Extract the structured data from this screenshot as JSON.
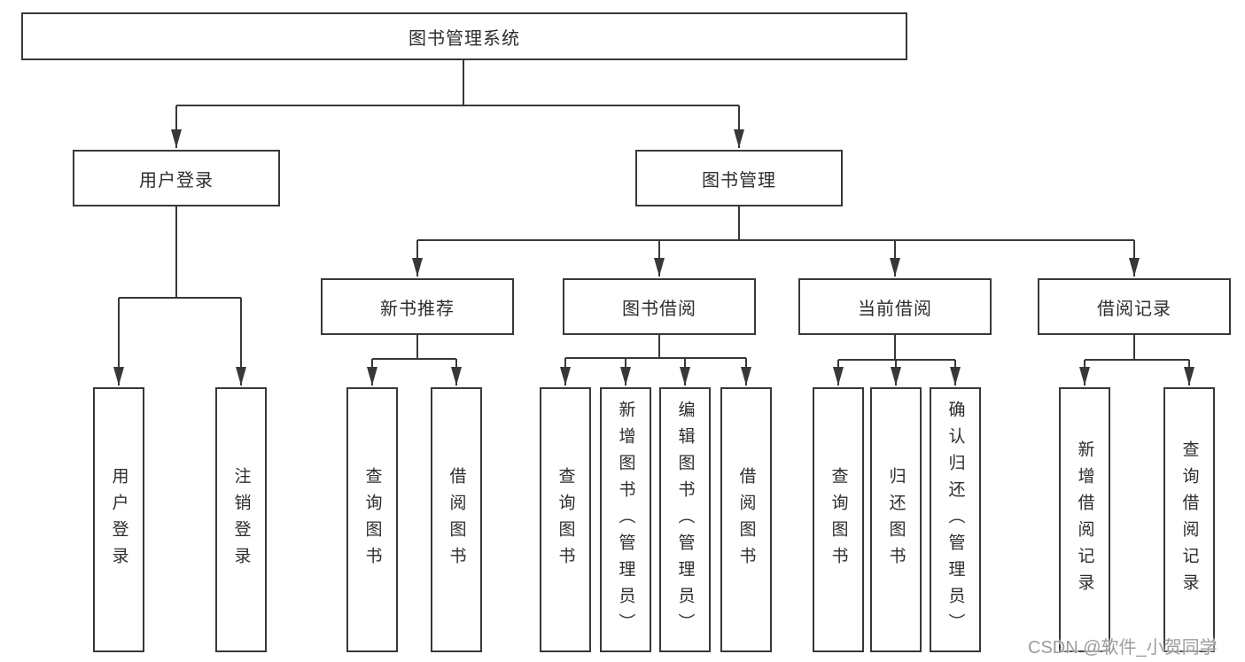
{
  "tree": {
    "root": {
      "label": "图书管理系统"
    },
    "branches": [
      {
        "label": "用户登录",
        "children": [
          {
            "label": "用户登录"
          },
          {
            "label": "注销登录"
          }
        ]
      },
      {
        "label": "图书管理",
        "groups": [
          {
            "label": "新书推荐",
            "children": [
              {
                "label": "查询图书"
              },
              {
                "label": "借阅图书"
              }
            ]
          },
          {
            "label": "图书借阅",
            "children": [
              {
                "label": "查询图书"
              },
              {
                "label": "新增图书（管理员）"
              },
              {
                "label": "编辑图书（管理员）"
              },
              {
                "label": "借阅图书"
              }
            ]
          },
          {
            "label": "当前借阅",
            "children": [
              {
                "label": "查询图书"
              },
              {
                "label": "归还图书"
              },
              {
                "label": "确认归还（管理员）"
              }
            ]
          },
          {
            "label": "借阅记录",
            "children": [
              {
                "label": "新增借阅记录"
              },
              {
                "label": "查询借阅记录"
              }
            ]
          }
        ]
      }
    ]
  },
  "watermark": "CSDN @软件_小贺同学",
  "colors": {
    "line": "#383838",
    "box_border": "#383838",
    "box_background": "#ffffff",
    "text": "#2d2d2d",
    "watermark": "#9c9c9c",
    "page_background": "#ffffff"
  }
}
